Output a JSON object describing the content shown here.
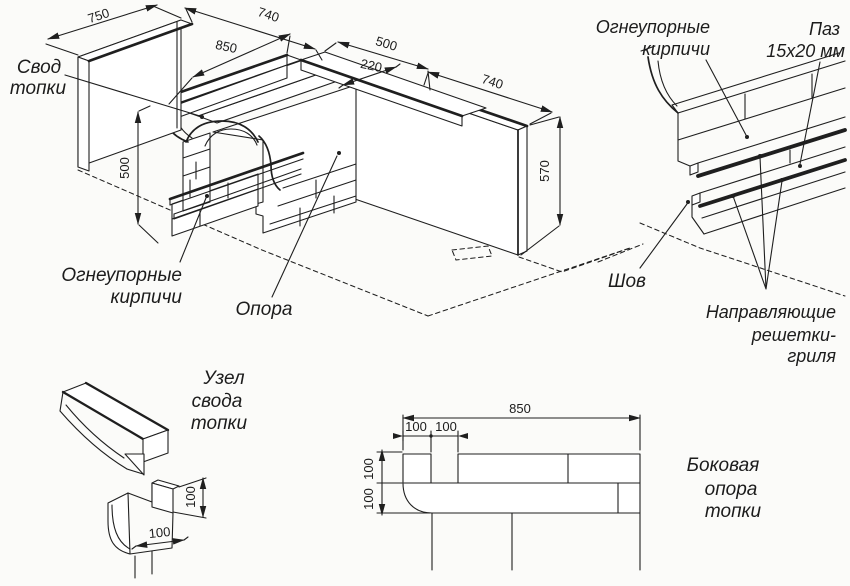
{
  "figure": {
    "ink": "#1f1f1f",
    "background": "#fbfbf9",
    "main": {
      "labels": {
        "svod_line1": "Свод",
        "svod_line2": "топки",
        "firebrick_line1": "Огнеупорные",
        "firebrick_line2": "кирпичи",
        "opora": "Опора"
      },
      "dims": {
        "d750": "750",
        "d740_top": "740",
        "d850": "850",
        "d500_top": "500",
        "d220": "220",
        "d740_right": "740",
        "d570": "570",
        "d500_left": "500"
      }
    },
    "corner_detail": {
      "labels": {
        "firebrick_line1": "Огнеупорные",
        "firebrick_line2": "кирпичи",
        "paz_line1": "Паз",
        "paz_line2": "15х20 мм",
        "shov": "Шов",
        "guides_line1": "Направляющие",
        "guides_line2": "решетки-",
        "guides_line3": "гриля"
      }
    },
    "node_detail": {
      "labels": {
        "line1": "Узел",
        "line2": "свода",
        "line3": "топки"
      },
      "dims": {
        "d100_v": "100",
        "d100_h": "100"
      }
    },
    "side_detail": {
      "labels": {
        "line1": "Боковая",
        "line2": "опора",
        "line3": "топки"
      },
      "dims": {
        "d850": "850",
        "d100_a": "100",
        "d100_b": "100",
        "d100_c": "100",
        "d100_d": "100"
      }
    }
  }
}
